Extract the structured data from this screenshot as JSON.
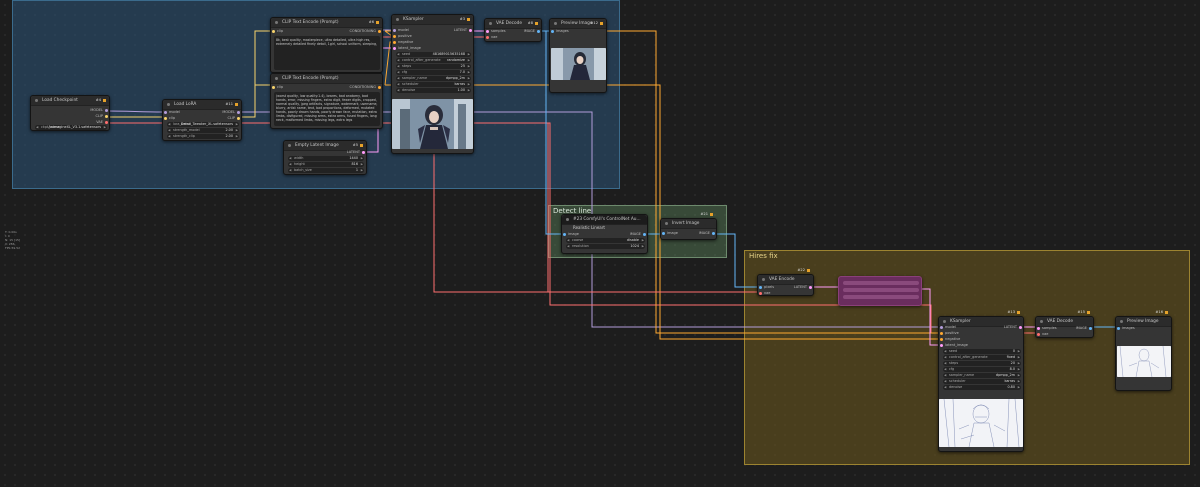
{
  "colors": {
    "model": "#b39ddb",
    "clip": "#f7d36b",
    "vae": "#ff6e6e",
    "conditioning": "#ffa931",
    "latent": "#ff9cf9",
    "image": "#64b5f6"
  },
  "info_lines": [
    "T: 0.00s",
    "I: 0",
    "N: 15 [15]",
    "V: 286",
    "FPS:59.52"
  ],
  "groups": {
    "detect": "Detect line",
    "hires": "Hires fix"
  },
  "nodes": {
    "load_checkpoint": {
      "title": "Load Checkpoint",
      "id": "#4",
      "outputs": [
        "MODEL",
        "CLIP",
        "VAE"
      ],
      "ckpt_name": "ckpt_name",
      "ckpt_value": "AnimagineXL_V3.1.safetensors"
    },
    "load_lora": {
      "title": "Load LoRA",
      "id": "#11",
      "inputs": [
        "model",
        "clip"
      ],
      "outputs": [
        "MODEL",
        "CLIP"
      ],
      "widgets": [
        {
          "label": "lora_name",
          "value": "Detail_Tweaker_XL.safetensors"
        },
        {
          "label": "strength_model",
          "value": "2.00"
        },
        {
          "label": "strength_clip",
          "value": "2.00"
        }
      ]
    },
    "clip_pos": {
      "title": "CLIP Text Encode (Prompt)",
      "id": "#6",
      "input": "clip",
      "output": "CONDITIONING",
      "text": "8k, best quality, masterpiece, ultra detailed, ultra high res, extremely detailed finely detail, 1girl, school uniform, sleeping,"
    },
    "clip_neg": {
      "title": "CLIP Text Encode (Prompt)",
      "id": "#7",
      "input": "clip",
      "output": "CONDITIONING",
      "text": "(worst quality, low quality:1.4), lowres, bad anatomy, bad hands, error, missing fingers, extra digit, fewer digits, cropped, normal quality, jpeg artifacts, signature, watermark, username, blurry, artist name, text, bad proportions, deformed, mutated hands, poorly drawn hands, poorly drawn face, mutation, extra limbs, disfigured, missing arms, extra arms, fused fingers, long neck, malformed limbs, missing legs, extra legs"
    },
    "empty_latent": {
      "title": "Empty Latent Image",
      "id": "#5",
      "output": "LATENT",
      "widgets": [
        {
          "label": "width",
          "value": "1440"
        },
        {
          "label": "height",
          "value": "816"
        },
        {
          "label": "batch_size",
          "value": "1"
        }
      ]
    },
    "ksampler1": {
      "title": "KSampler",
      "id": "#3",
      "inputs": [
        "model",
        "positive",
        "negative",
        "latent_image"
      ],
      "output": "LATENT",
      "widgets": [
        {
          "label": "seed",
          "value": "481689015635168"
        },
        {
          "label": "control_after_generate",
          "value": "randomize"
        },
        {
          "label": "steps",
          "value": "25"
        },
        {
          "label": "cfg",
          "value": "7.0"
        },
        {
          "label": "sampler_name",
          "value": "dpmpp_2m"
        },
        {
          "label": "scheduler",
          "value": "karras"
        },
        {
          "label": "denoise",
          "value": "1.00"
        }
      ]
    },
    "vae_decode1": {
      "title": "VAE Decode",
      "id": "#8",
      "inputs": [
        "samples",
        "vae"
      ],
      "output": "IMAGE"
    },
    "preview1": {
      "title": "Preview Image",
      "id": "#12",
      "input": "images"
    },
    "lineart": {
      "title": "Realistic Lineart",
      "id": "#23",
      "subtitle": "#23 ComfyUI's ControlNet Au...",
      "input": "image",
      "output": "IMAGE",
      "widgets": [
        {
          "label": "coarse",
          "value": "disable"
        },
        {
          "label": "resolution",
          "value": "1024"
        }
      ]
    },
    "invert": {
      "title": "Invert Image",
      "id": "#21",
      "input": "image",
      "output": "IMAGE"
    },
    "vae_encode": {
      "title": "VAE Encode",
      "id": "#22",
      "inputs": [
        "pixels",
        "vae"
      ],
      "output": "LATENT"
    },
    "ksampler2": {
      "title": "KSampler",
      "id": "#13",
      "inputs": [
        "model",
        "positive",
        "negative",
        "latent_image"
      ],
      "output": "LATENT",
      "widgets": [
        {
          "label": "seed",
          "value": "0"
        },
        {
          "label": "control_after_generate",
          "value": "fixed"
        },
        {
          "label": "steps",
          "value": "20"
        },
        {
          "label": "cfg",
          "value": "8.0"
        },
        {
          "label": "sampler_name",
          "value": "dpmpp_2m"
        },
        {
          "label": "scheduler",
          "value": "karras"
        },
        {
          "label": "denoise",
          "value": "0.80"
        }
      ]
    },
    "vae_decode2": {
      "title": "VAE Decode",
      "id": "#15",
      "inputs": [
        "samples",
        "vae"
      ],
      "output": "IMAGE"
    },
    "preview2": {
      "title": "Preview Image",
      "id": "#16",
      "input": "images"
    }
  }
}
